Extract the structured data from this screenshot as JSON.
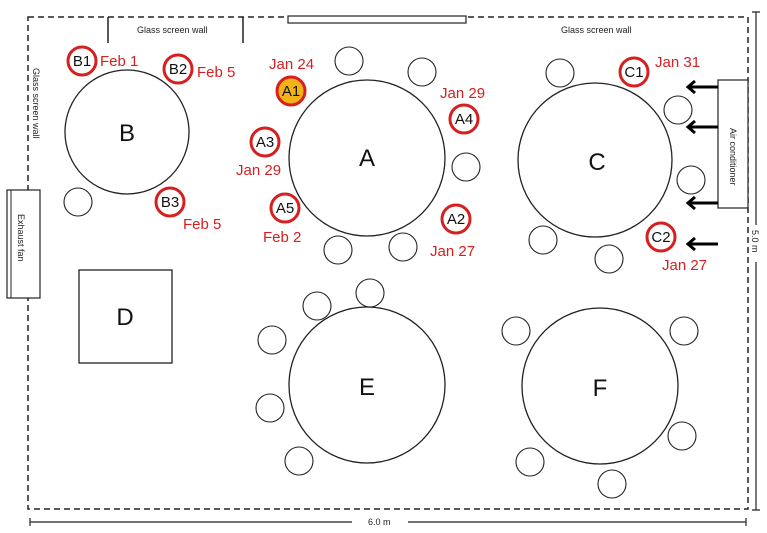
{
  "labels": {
    "glass_wall_top_left": "Glass screen wall",
    "glass_wall_top_right": "Glass screen wall",
    "glass_wall_left": "Glass screen wall",
    "exhaust_fan": "Exhaust fan",
    "air_conditioner": "Air conditioner",
    "width_dim": "6.0 m",
    "height_dim": "5.0 m"
  },
  "tables": [
    {
      "id": "A",
      "label": "A"
    },
    {
      "id": "B",
      "label": "B"
    },
    {
      "id": "C",
      "label": "C"
    },
    {
      "id": "D",
      "label": "D"
    },
    {
      "id": "E",
      "label": "E"
    },
    {
      "id": "F",
      "label": "F"
    }
  ],
  "cases": [
    {
      "id": "A1",
      "date": "Jan 24",
      "index_case": true
    },
    {
      "id": "A2",
      "date": "Jan 27"
    },
    {
      "id": "A3",
      "date": "Jan 29"
    },
    {
      "id": "A4",
      "date": "Jan 29"
    },
    {
      "id": "A5",
      "date": "Feb 2"
    },
    {
      "id": "B1",
      "date": "Feb 1"
    },
    {
      "id": "B2",
      "date": "Feb 5"
    },
    {
      "id": "B3",
      "date": "Feb 5"
    },
    {
      "id": "C1",
      "date": "Jan 31"
    },
    {
      "id": "C2",
      "date": "Jan 27"
    }
  ],
  "colors": {
    "case_ring": "#d62020",
    "index_case_fill": "#f2b21a",
    "date_text": "#d62020"
  }
}
